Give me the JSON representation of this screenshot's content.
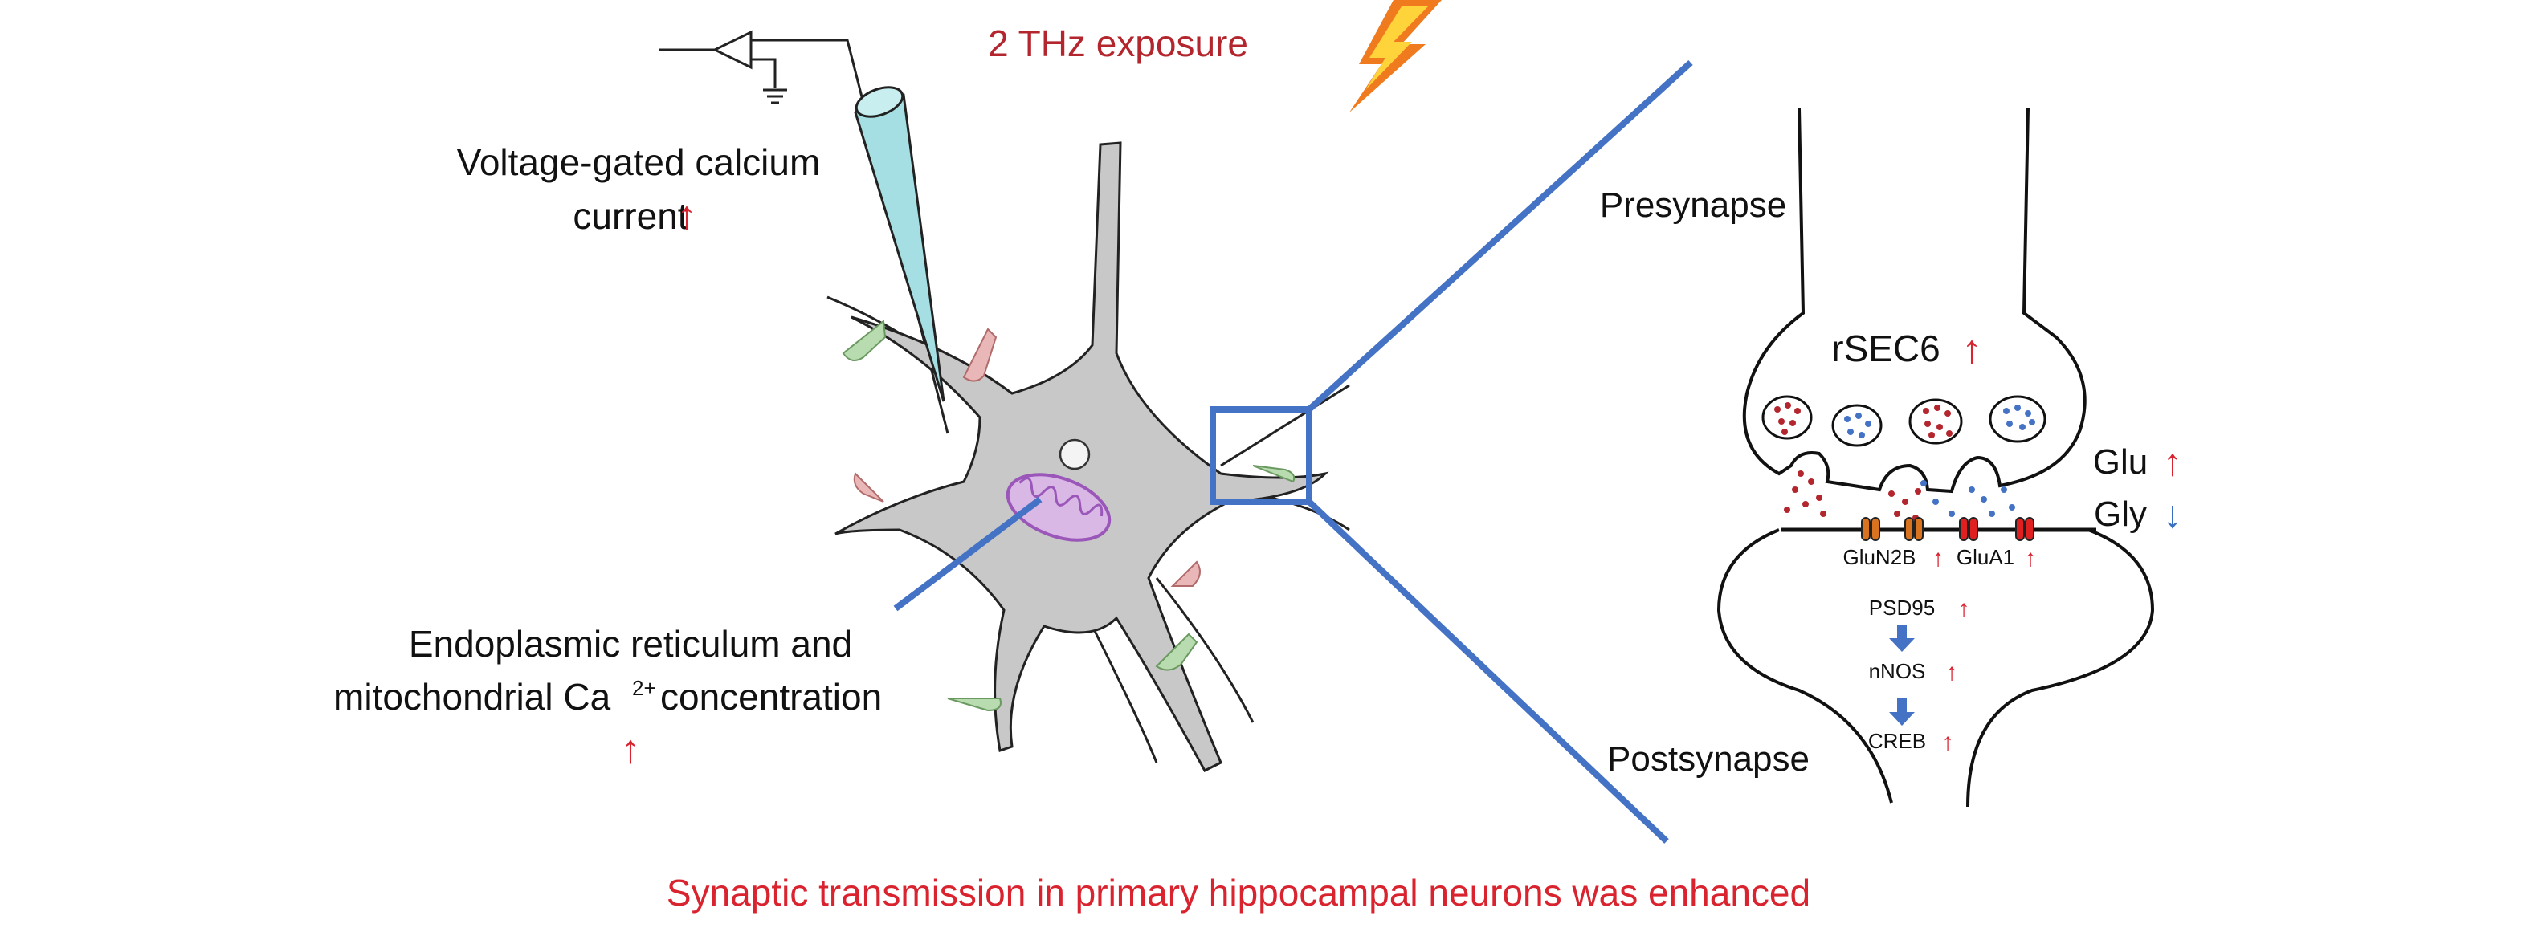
{
  "labels": {
    "exposure": "2 THz exposure",
    "vgcc_line1": "Voltage-gated calcium",
    "vgcc_line2": "current",
    "er_line1": "Endoplasmic reticulum and",
    "er_line2_pre": "mitochondrial Ca",
    "er_superscript": "2+",
    "er_line2_post": " concentration",
    "presynapse": "Presynapse",
    "postsynapse": "Postsynapse",
    "rsec6": "rSEC6",
    "glu": "Glu",
    "gly": "Gly",
    "glun2b": "GluN2B",
    "glua1": "GluA1",
    "psd95": "PSD95",
    "nnos": "nNOS",
    "creb": "CREB",
    "conclusion": "Synaptic transmission in primary hippocampal neurons was enhanced"
  },
  "indicators": {
    "vgcc": "↑",
    "er": "↑",
    "rsec6": "↑",
    "glu": "↑",
    "gly": "↓",
    "glun2b": "↑",
    "glua1": "↑",
    "psd95": "↑",
    "nnos": "↑",
    "creb": "↑"
  },
  "colors": {
    "accent_red": "#d9232e",
    "dark_red_title": "#b3262d",
    "blue_zoom": "#4472c4",
    "blue_down": "#3a6fc2",
    "neuron_fill": "#c8c8c8",
    "pipette_fill": "#a6dfe3",
    "bolt_orange": "#f07a1e",
    "bolt_yellow": "#ffd43b",
    "mito_purple": "#9a56b8",
    "vesicle_red": "#b3262d",
    "vesicle_blue": "#4472c4",
    "receptor_orange": "#d9731f",
    "receptor_red": "#e02020",
    "spine_green": "#b8dcb0",
    "spine_pink": "#e9b7b7"
  }
}
